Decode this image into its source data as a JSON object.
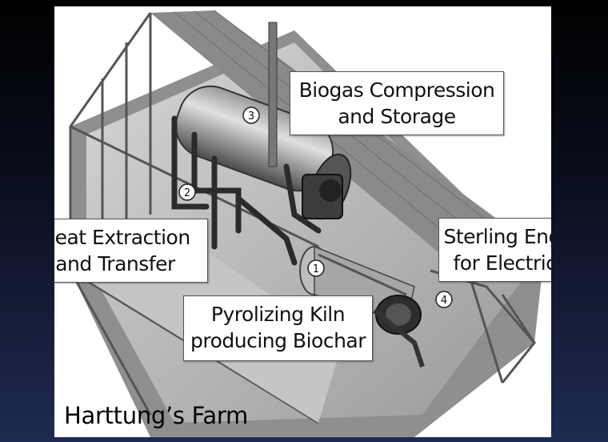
{
  "callouts": {
    "biogas": {
      "line1": "Biogas Compression",
      "line2": "and Storage"
    },
    "heat": {
      "line1": "Heat Extraction",
      "line2": "and Transfer"
    },
    "sterling": {
      "line1": "Sterling Engine",
      "line2": "for Electricity"
    },
    "kiln": {
      "line1": "Pyrolizing Kiln",
      "line2": "producing Biochar"
    }
  },
  "markers": [
    "1",
    "2",
    "3",
    "4"
  ],
  "farm_label": "Harttung’s Farm"
}
